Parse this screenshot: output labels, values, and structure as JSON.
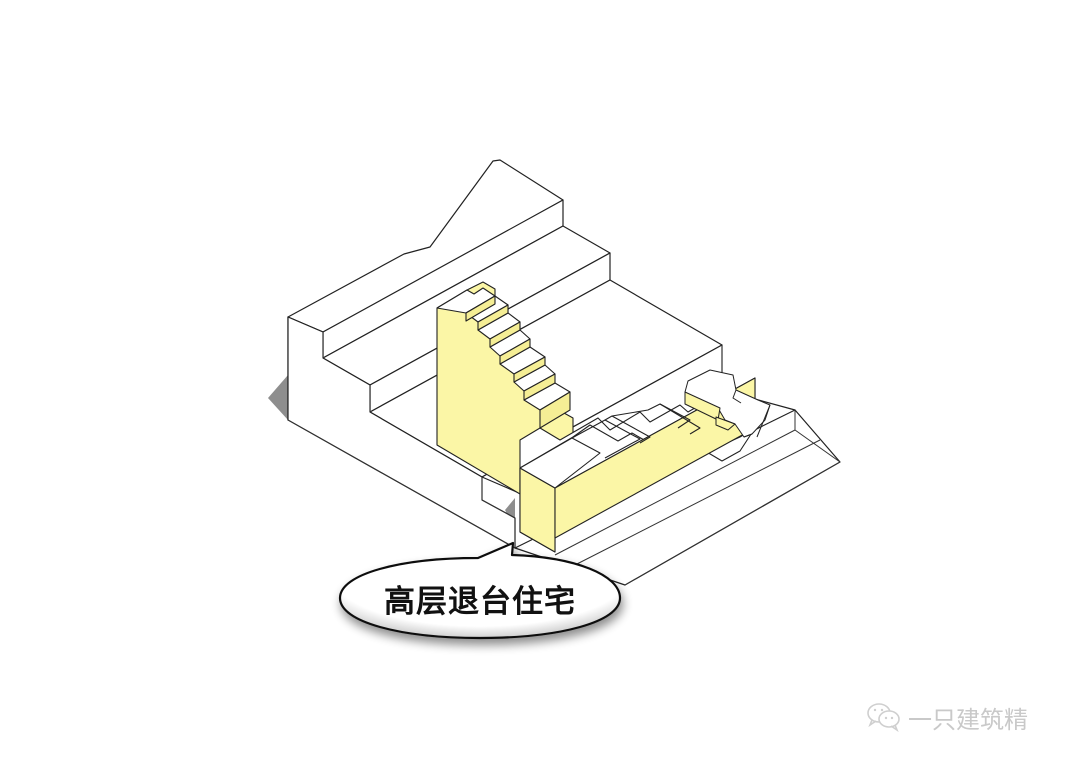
{
  "diagram": {
    "type": "isometric-massing-diagram",
    "subject": "stepped high-rise residential on terraced site",
    "colors": {
      "highlight_fill": "#FBF6A6",
      "highlight_fill_dark": "#F5EE95",
      "mass_fill": "#FFFFFF",
      "shadow": "#8E8E8E",
      "line": "#222222",
      "background": "#FFFFFF"
    },
    "components": [
      {
        "name": "terraced-site-base",
        "description": "white stepped terrain plateaus descending to the lower right"
      },
      {
        "name": "l-shaped-building",
        "description": "yellow highlighted L-shaped stepped terraced residential block"
      },
      {
        "name": "small-existing-building",
        "description": "irregular white block at right end"
      }
    ]
  },
  "callout": {
    "label": "高层退台住宅",
    "shape": "speech-bubble"
  },
  "watermark": {
    "icon": "wechat-icon",
    "text": "一只建筑精"
  }
}
